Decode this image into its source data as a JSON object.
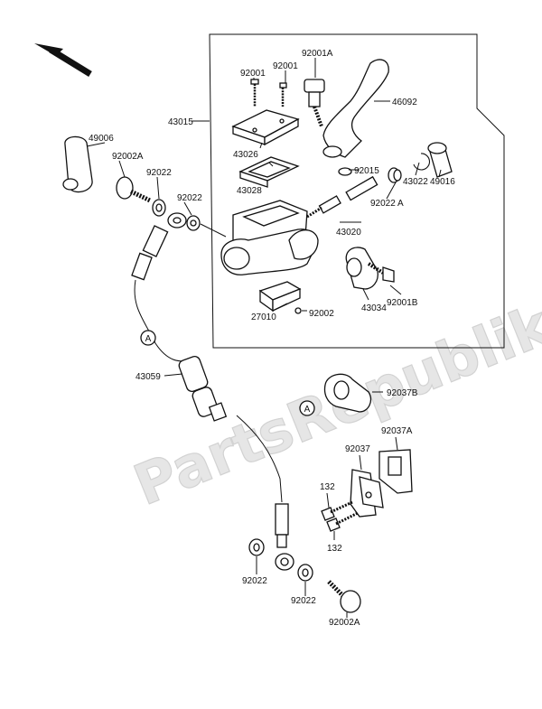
{
  "watermark": "PartsRepublik",
  "callout_marker": "A",
  "labels": {
    "p92001a": "92001A",
    "p92001_l": "92001",
    "p92001_r": "92001",
    "p46092": "46092",
    "p43015": "43015",
    "p49006": "49006",
    "p43026": "43026",
    "p92002a_top": "92002A",
    "p92022_top": "92022",
    "p92015": "92015",
    "p43022": "43022",
    "p49016": "49016",
    "p43028": "43028",
    "p92022": "92022",
    "p92022a": "92022 A",
    "p43020": "43020",
    "p43034": "43034",
    "p92001b": "92001B",
    "p27010": "27010",
    "p92002": "92002",
    "p43059": "43059",
    "p92037b": "92037B",
    "p92037a": "92037A",
    "p92037": "92037",
    "p132_top": "132",
    "p132_bot": "132",
    "p92022_bl": "92022",
    "p92022_bm": "92022",
    "p92002a_bot": "92002A"
  }
}
